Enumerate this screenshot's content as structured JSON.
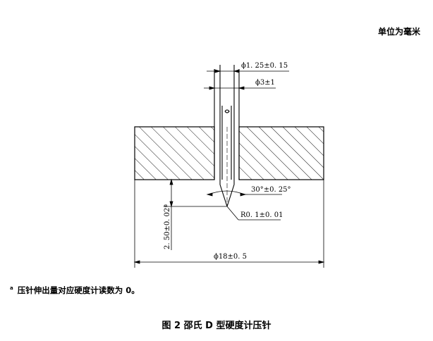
{
  "header": {
    "unit_note": "单位为毫米"
  },
  "drawing": {
    "dim_tip_diameter": "ϕ1. 25±0. 15",
    "dim_shaft_diameter": "ϕ3±1",
    "dim_cone_angle": "30°±0. 25°",
    "dim_tip_radius": "R0. 1±0. 01",
    "dim_protrusion": "2. 50±0. 02ª",
    "dim_base_diameter": "ϕ18±0. 5"
  },
  "footnote": {
    "marker": "a",
    "text": "压针伸出量对应硬度计读数为 0。"
  },
  "caption": {
    "text": "图 2   邵氏 D 型硬度计压针"
  }
}
